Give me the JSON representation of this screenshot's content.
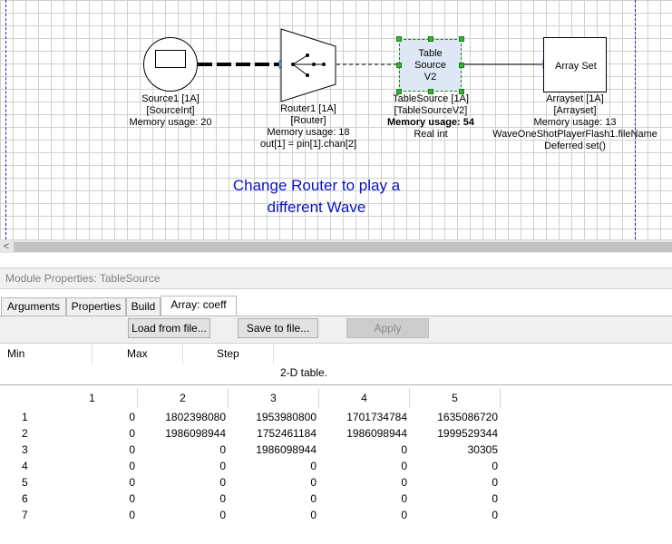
{
  "canvas": {
    "blocks": {
      "source": {
        "name": "Source1 [1A]",
        "type": "[SourceInt]",
        "memory": "Memory usage: 20"
      },
      "router": {
        "name": "Router1 [1A]",
        "type": "[Router]",
        "memory": "Memory usage: 18",
        "expr": "out[1] = pin[1].chan[2]"
      },
      "table": {
        "title_1": "Table",
        "title_2": "Source",
        "title_3": "V2",
        "name": "TableSource [1A]",
        "type": "[TableSourceV2]",
        "memory": "Memory usage: 54",
        "datatype": "Real int"
      },
      "arrayset": {
        "title": "Array Set",
        "name": "Arrayset [1A]",
        "type": "[Arrayset]",
        "memory": "Memory usage: 13",
        "file": "WaveOneShotPlayerFlash1.fileName",
        "mode": "Deferred set()"
      }
    },
    "hint_line1": "Change Router to play a",
    "hint_line2": "different Wave"
  },
  "scrollbar": {
    "left_arrow": "<"
  },
  "properties": {
    "title": "Module Properties: TableSource",
    "tabs": [
      "Arguments",
      "Properties",
      "Build",
      "Array: coeff"
    ],
    "buttons": {
      "load": "Load from file...",
      "save": "Save to file...",
      "apply": "Apply"
    },
    "params": {
      "min": "Min",
      "max": "Max",
      "step": "Step"
    },
    "table_desc": "2-D table."
  },
  "grid": {
    "columns": [
      "1",
      "2",
      "3",
      "4",
      "5"
    ],
    "rows": [
      {
        "label": "1",
        "cells": [
          "0",
          "1802398080",
          "1953980800",
          "1701734784",
          "1635086720"
        ]
      },
      {
        "label": "2",
        "cells": [
          "0",
          "1986098944",
          "1752461184",
          "1986098944",
          "1999529344"
        ]
      },
      {
        "label": "3",
        "cells": [
          "0",
          "0",
          "1986098944",
          "0",
          "30305"
        ]
      },
      {
        "label": "4",
        "cells": [
          "0",
          "0",
          "0",
          "0",
          "0"
        ]
      },
      {
        "label": "5",
        "cells": [
          "0",
          "0",
          "0",
          "0",
          "0"
        ]
      },
      {
        "label": "6",
        "cells": [
          "0",
          "0",
          "0",
          "0",
          "0"
        ]
      },
      {
        "label": "7",
        "cells": [
          "0",
          "0",
          "0",
          "0",
          "0"
        ]
      }
    ]
  },
  "colors": {
    "hint": "#0a12c8",
    "selection": "#2fb42f",
    "page_edge": "#1a1ab0"
  }
}
